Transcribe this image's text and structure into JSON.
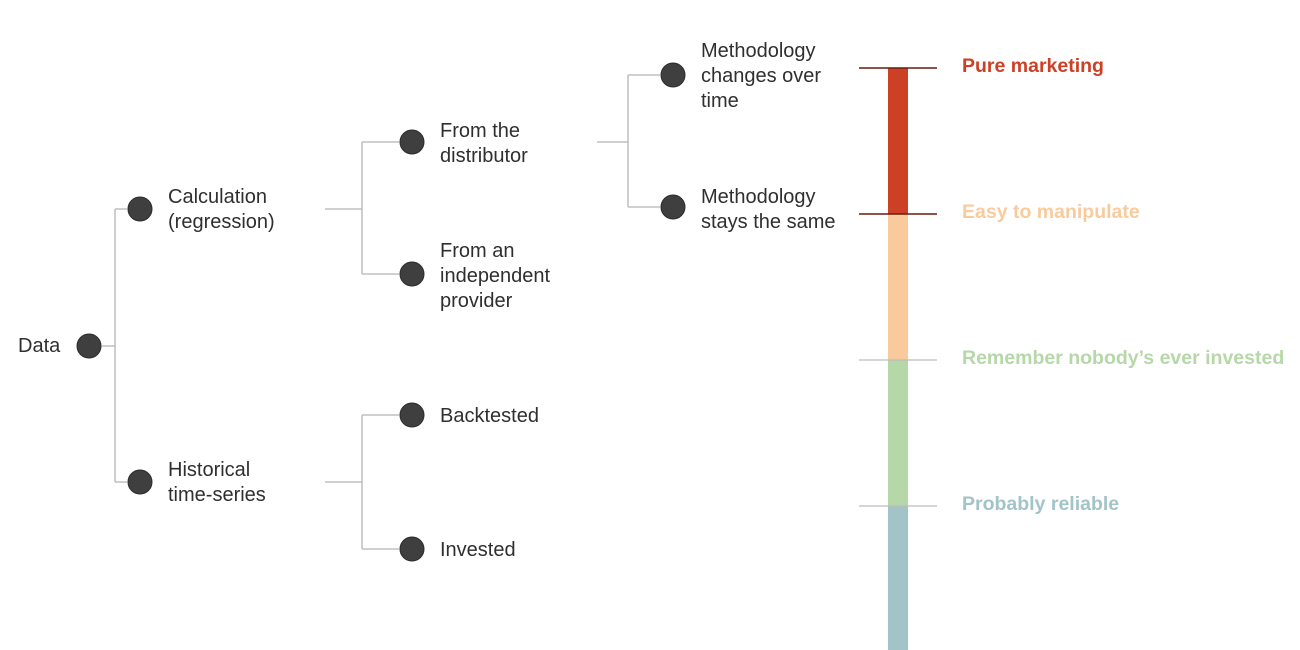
{
  "tree": {
    "root": {
      "label": "Data"
    },
    "branches": [
      {
        "label": "Calculation\n(regression)",
        "children": [
          {
            "label": "From the\ndistributor"
          },
          {
            "label": "From an\nindependent\nprovider"
          }
        ]
      },
      {
        "label": "Historical\ntime-series",
        "children": [
          {
            "label": "Backtested"
          },
          {
            "label": "Invested"
          }
        ]
      }
    ],
    "distributor_children": [
      {
        "label": "Methodology\nchanges over\ntime"
      },
      {
        "label": "Methodology\nstays the same"
      }
    ]
  },
  "reliability_scale": {
    "segments": [
      {
        "label": "Pure marketing",
        "color": "#cc4125"
      },
      {
        "label": "Easy to manipulate",
        "color": "#f9cb9c"
      },
      {
        "label": "Remember nobody’s ever invested",
        "color": "#b6d7a8"
      },
      {
        "label": "Probably reliable",
        "color": "#a2c4c9"
      }
    ],
    "tick_color_dark": "#6b1a0f",
    "tick_color_light": "#bdbdbd"
  },
  "colors": {
    "node": "#3f3f3f",
    "connector": "#b5b5b5",
    "text": "#2f2f2f"
  }
}
